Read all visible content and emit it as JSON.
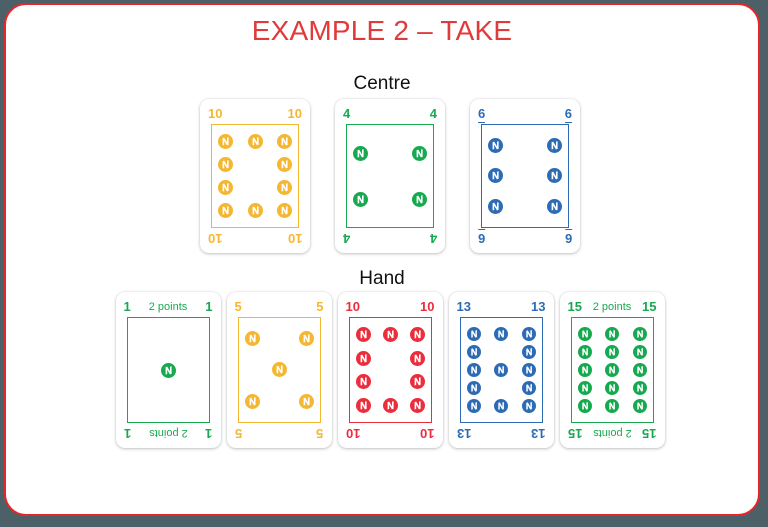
{
  "slide": {
    "title": "EXAMPLE 2 – TAKE",
    "title_color": "#e03a3a",
    "border_color": "#e8252b",
    "background": "#ffffff",
    "page_background": "#4c6068"
  },
  "colors": {
    "yellow": "#f5b731",
    "green": "#17a94f",
    "blue": "#2d6cb5",
    "red": "#ec2d3c",
    "dark_text": "#111111"
  },
  "sections": [
    {
      "id": "centre",
      "label": "Centre"
    },
    {
      "id": "hand",
      "label": "Hand"
    }
  ],
  "centre": {
    "label": "Centre",
    "cards": [
      {
        "value": "10",
        "color": "#f5b731",
        "color_name": "yellow",
        "pip_count": 10,
        "underline": false,
        "points": null,
        "rows": [
          3,
          2,
          2,
          3
        ]
      },
      {
        "value": "4",
        "color": "#17a94f",
        "color_name": "green",
        "pip_count": 4,
        "underline": false,
        "points": null,
        "rows": [
          2,
          2
        ]
      },
      {
        "value": "6",
        "color": "#2d6cb5",
        "color_name": "blue",
        "pip_count": 6,
        "underline": true,
        "points": null,
        "rows": [
          2,
          2,
          2
        ]
      }
    ]
  },
  "hand": {
    "label": "Hand",
    "cards": [
      {
        "value": "1",
        "color": "#17a94f",
        "color_name": "green",
        "pip_count": 1,
        "underline": false,
        "points": "2 points",
        "rows": [
          1
        ]
      },
      {
        "value": "5",
        "color": "#f5b731",
        "color_name": "yellow",
        "pip_count": 5,
        "underline": false,
        "points": null,
        "rows": [
          2,
          1,
          2
        ]
      },
      {
        "value": "10",
        "color": "#ec2d3c",
        "color_name": "red",
        "pip_count": 10,
        "underline": false,
        "points": null,
        "rows": [
          3,
          2,
          2,
          3
        ]
      },
      {
        "value": "13",
        "color": "#2d6cb5",
        "color_name": "blue",
        "pip_count": 13,
        "underline": false,
        "points": null,
        "rows": [
          3,
          2,
          3,
          2,
          3
        ]
      },
      {
        "value": "15",
        "color": "#17a94f",
        "color_name": "green",
        "pip_count": 15,
        "underline": false,
        "points": "2 points",
        "rows": [
          3,
          3,
          3,
          3,
          3
        ]
      }
    ]
  },
  "pip": {
    "icon": "nimble-n-icon",
    "glyph": "N"
  }
}
